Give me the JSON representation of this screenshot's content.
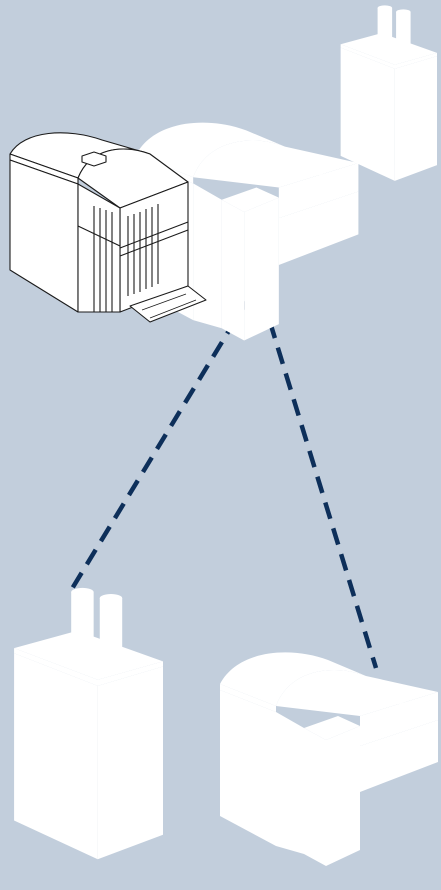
{
  "colors": {
    "background": "#c2cedc",
    "connector": "#0d2f5a",
    "building_fill": "#ffffff",
    "outline": "#1b1b1b"
  },
  "diagram": {
    "nodes": [
      {
        "id": "main-complex",
        "icon": "industrial-complex-icon"
      },
      {
        "id": "factory-tower",
        "icon": "factory-chimney-icon"
      },
      {
        "id": "workshop",
        "icon": "workshop-building-icon"
      }
    ],
    "edges": [
      {
        "from": "main-complex",
        "to": "factory-tower",
        "style": "dashed"
      },
      {
        "from": "main-complex",
        "to": "workshop",
        "style": "dashed"
      }
    ]
  }
}
